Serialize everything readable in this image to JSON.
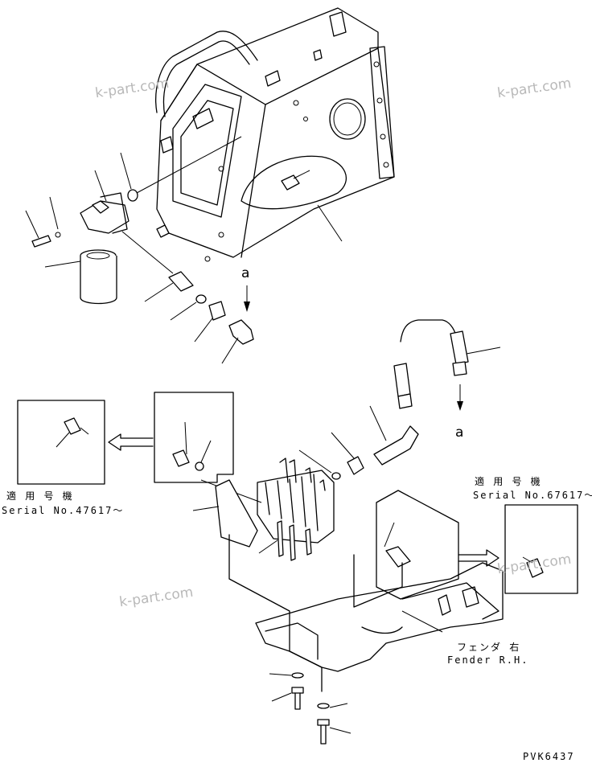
{
  "view_refs": {
    "top": "a",
    "bottom": "a"
  },
  "detail_left": {
    "line1": "適 用 号 機",
    "line2": "Serial No.47617～"
  },
  "detail_right": {
    "line1": "適 用 号 機",
    "line2": "Serial No.67617～"
  },
  "fender": {
    "line1": "フェンダ 右",
    "line2": "Fender R.H."
  },
  "drawing_code": "PVK6437",
  "watermarks": [
    "k-part.com",
    "k-part.com",
    "k-part.com",
    "k-part.com"
  ]
}
